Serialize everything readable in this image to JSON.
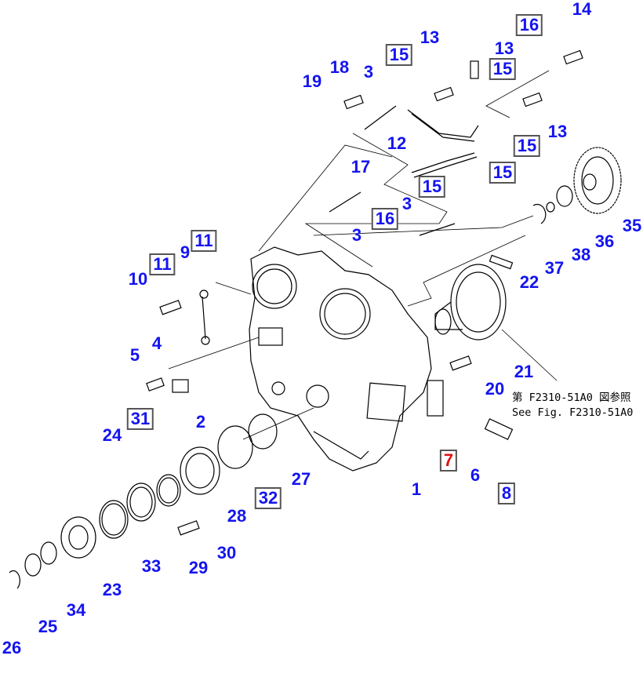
{
  "reference_note": {
    "line1": "第 F2310-51A0 図参照",
    "line2": "See Fig. F2310-51A0"
  },
  "labels": [
    {
      "text": "14",
      "boxed": false
    },
    {
      "text": "16",
      "boxed": true
    },
    {
      "text": "13",
      "boxed": false
    },
    {
      "text": "15",
      "boxed": true
    },
    {
      "text": "13",
      "boxed": false
    },
    {
      "text": "15",
      "boxed": true
    },
    {
      "text": "18",
      "boxed": false
    },
    {
      "text": "3",
      "boxed": false
    },
    {
      "text": "19",
      "boxed": false
    },
    {
      "text": "13",
      "boxed": false
    },
    {
      "text": "15",
      "boxed": true
    },
    {
      "text": "12",
      "boxed": false
    },
    {
      "text": "17",
      "boxed": false
    },
    {
      "text": "15",
      "boxed": true
    },
    {
      "text": "15",
      "boxed": true
    },
    {
      "text": "16",
      "boxed": true
    },
    {
      "text": "3",
      "boxed": false
    },
    {
      "text": "3",
      "boxed": false
    },
    {
      "text": "35",
      "boxed": false
    },
    {
      "text": "36",
      "boxed": false
    },
    {
      "text": "38",
      "boxed": false
    },
    {
      "text": "37",
      "boxed": false
    },
    {
      "text": "22",
      "boxed": false
    },
    {
      "text": "11",
      "boxed": true
    },
    {
      "text": "9",
      "boxed": false
    },
    {
      "text": "11",
      "boxed": true
    },
    {
      "text": "10",
      "boxed": false
    },
    {
      "text": "4",
      "boxed": false
    },
    {
      "text": "5",
      "boxed": false
    },
    {
      "text": "21",
      "boxed": false
    },
    {
      "text": "20",
      "boxed": false
    },
    {
      "text": "2",
      "boxed": false
    },
    {
      "text": "31",
      "boxed": true
    },
    {
      "text": "24",
      "boxed": false
    },
    {
      "text": "27",
      "boxed": false
    },
    {
      "text": "1",
      "boxed": false
    },
    {
      "text": "7",
      "boxed": true,
      "color": "red"
    },
    {
      "text": "6",
      "boxed": false
    },
    {
      "text": "8",
      "boxed": true
    },
    {
      "text": "32",
      "boxed": true
    },
    {
      "text": "28",
      "boxed": false
    },
    {
      "text": "33",
      "boxed": false
    },
    {
      "text": "30",
      "boxed": false
    },
    {
      "text": "29",
      "boxed": false
    },
    {
      "text": "23",
      "boxed": false
    },
    {
      "text": "34",
      "boxed": false
    },
    {
      "text": "25",
      "boxed": false
    },
    {
      "text": "26",
      "boxed": false
    }
  ],
  "colors": {
    "label": "#1414f0",
    "highlight": "#e01010",
    "line": "#000000"
  }
}
